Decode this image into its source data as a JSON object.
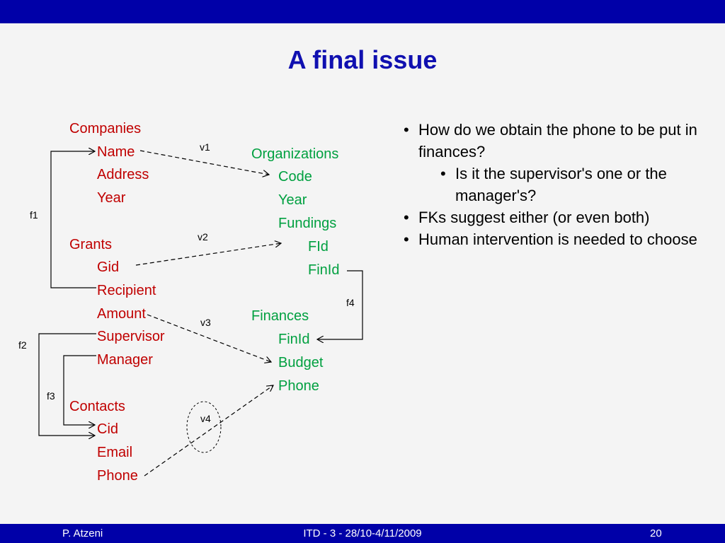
{
  "title": "A final issue",
  "entities": {
    "companies": {
      "name": "Companies",
      "attributes": [
        "Name",
        "Address",
        "Year"
      ]
    },
    "grants": {
      "name": "Grants",
      "attributes": [
        "Gid",
        "Recipient",
        "Amount",
        "Supervisor",
        "Manager"
      ]
    },
    "contacts": {
      "name": "Contacts",
      "attributes": [
        "Cid",
        "Email",
        "Phone"
      ]
    },
    "organizations": {
      "name": "Organizations",
      "attributes": [
        "Code",
        "Year",
        "Fundings",
        "FId",
        "FinId"
      ]
    },
    "finances": {
      "name": "Finances",
      "attributes": [
        "FinId",
        "Budget",
        "Phone"
      ]
    }
  },
  "edge_labels": {
    "v1": "v1",
    "v2": "v2",
    "v3": "v3",
    "v4": "v4",
    "f1": "f1",
    "f2": "f2",
    "f3": "f3",
    "f4": "f4"
  },
  "bullets": [
    {
      "text": "How do we obtain the phone to be put in finances?",
      "level": 1
    },
    {
      "text": "Is it the supervisor's one or the manager's?",
      "level": 2
    },
    {
      "text": "FKs suggest either (or even both)",
      "level": 1
    },
    {
      "text": "Human intervention is needed to choose",
      "level": 1
    }
  ],
  "footer": {
    "author": "P. Atzeni",
    "course": "ITD - 3 - 28/10-4/11/2009",
    "page": "20"
  },
  "colors": {
    "bar": "#0000a8",
    "title": "#1010b0",
    "entity_left": "#c00000",
    "entity_right": "#00a040"
  }
}
